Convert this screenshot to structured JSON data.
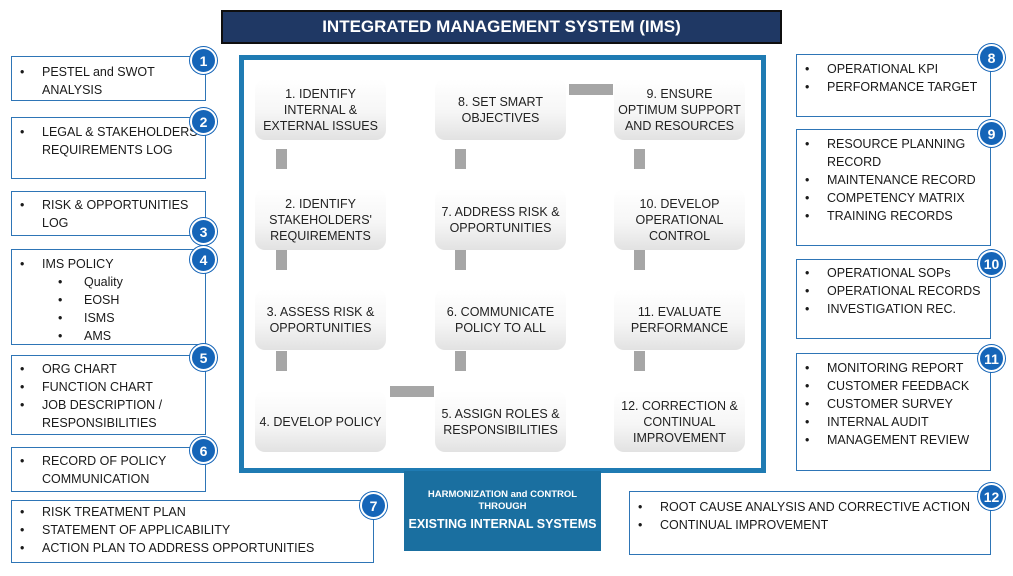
{
  "title": "INTEGRATED MANAGEMENT SYSTEM (IMS)",
  "steps": {
    "s1": "1. IDENTIFY INTERNAL & EXTERNAL ISSUES",
    "s2": "2. IDENTIFY STAKEHOLDERS' REQUIREMENTS",
    "s3": "3. ASSESS RISK & OPPORTUNITIES",
    "s4": "4. DEVELOP POLICY",
    "s5": "5. ASSIGN ROLES & RESPONSIBILITIES",
    "s6": "6. COMMUNICATE POLICY TO ALL",
    "s7": "7. ADDRESS RISK & OPPORTUNITIES",
    "s8": "8. SET SMART OBJECTIVES",
    "s9": "9. ENSURE OPTIMUM SUPPORT AND RESOURCES",
    "s10": "10. DEVELOP OPERATIONAL CONTROL",
    "s11": "11. EVALUATE PERFORMANCE",
    "s12": "12. CORRECTION & CONTINUAL IMPROVEMENT"
  },
  "footer": {
    "line1": "HARMONIZATION and CONTROL THROUGH",
    "line2": "EXISTING INTERNAL SYSTEMS"
  },
  "records": {
    "r1": {
      "number": "1",
      "items": [
        "PESTEL and SWOT ANALYSIS"
      ]
    },
    "r2": {
      "number": "2",
      "items": [
        "LEGAL & STAKEHOLDERS REQUIREMENTS LOG"
      ]
    },
    "r3": {
      "number": "3",
      "items": [
        "RISK & OPPORTUNITIES LOG"
      ]
    },
    "r4": {
      "number": "4",
      "items": [
        "IMS POLICY"
      ],
      "subitems": [
        "Quality",
        "EOSH",
        "ISMS",
        "AMS"
      ]
    },
    "r5": {
      "number": "5",
      "items": [
        "ORG CHART",
        "FUNCTION CHART",
        "JOB DESCRIPTION / RESPONSIBILITIES"
      ]
    },
    "r6": {
      "number": "6",
      "items": [
        "RECORD OF POLICY COMMUNICATION"
      ]
    },
    "r7": {
      "number": "7",
      "items": [
        "RISK TREATMENT PLAN",
        "STATEMENT OF APPLICABILITY",
        "ACTION PLAN TO ADDRESS OPPORTUNITIES"
      ]
    },
    "r8": {
      "number": "8",
      "items": [
        "OPERATIONAL KPI",
        "PERFORMANCE TARGET"
      ]
    },
    "r9": {
      "number": "9",
      "items": [
        "RESOURCE PLANNING RECORD",
        "MAINTENANCE RECORD",
        "COMPETENCY MATRIX",
        "TRAINING RECORDS"
      ]
    },
    "r10": {
      "number": "10",
      "items": [
        "OPERATIONAL SOPs",
        "OPERATIONAL RECORDS",
        "INVESTIGATION REC."
      ]
    },
    "r11": {
      "number": "11",
      "items": [
        "MONITORING REPORT",
        "CUSTOMER FEEDBACK",
        "CUSTOMER SURVEY",
        "INTERNAL AUDIT",
        "MANAGEMENT REVIEW"
      ]
    },
    "r12": {
      "number": "12",
      "items": [
        "ROOT CAUSE ANALYSIS AND CORRECTIVE ACTION",
        "CONTINUAL IMPROVEMENT"
      ]
    }
  },
  "colors": {
    "title_bg": "#1f3864",
    "frame": "#1f7bb3",
    "footer_bg": "#1a6fa0",
    "badge": "#1565b8",
    "box_border": "#2e75b6",
    "connector": "#a6a6a6"
  }
}
